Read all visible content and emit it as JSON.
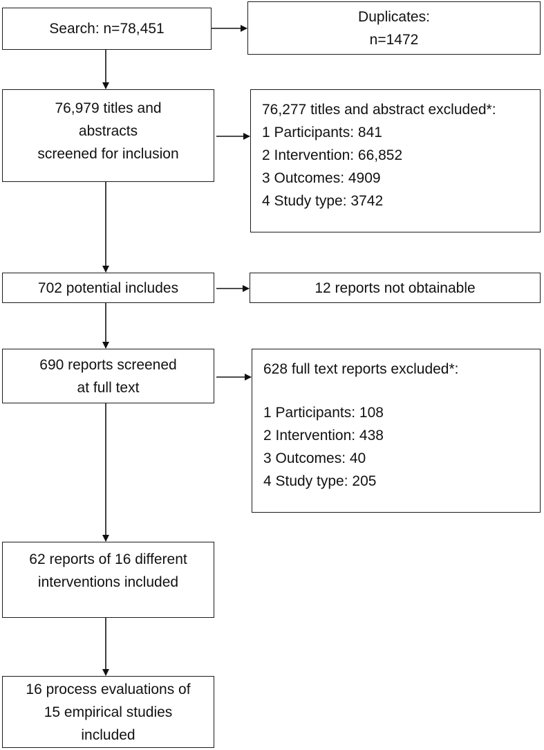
{
  "boxes": {
    "search": "Search: n=78,451",
    "duplicates": [
      "Duplicates:",
      "n=1472"
    ],
    "screened": [
      "76,979 titles and",
      "abstracts",
      "screened for inclusion"
    ],
    "excluded_ta": {
      "heading": "76,277 titles and abstract excluded*:",
      "items": [
        "1 Participants: 841",
        "2 Intervention: 66,852",
        "3 Outcomes: 4909",
        "4 Study type: 3742"
      ]
    },
    "potential": "702 potential includes",
    "not_obtainable": "12 reports not obtainable",
    "fulltext": [
      "690 reports screened",
      "at full text"
    ],
    "excluded_ft": {
      "heading": "628 full text reports excluded*:",
      "items": [
        "1 Participants: 108",
        "2 Intervention: 438",
        "3 Outcomes: 40",
        "4 Study type: 205"
      ]
    },
    "included": [
      "62 reports of 16 different",
      "interventions included"
    ],
    "process": [
      "16 process evaluations of",
      "15 empirical studies",
      "included"
    ]
  }
}
